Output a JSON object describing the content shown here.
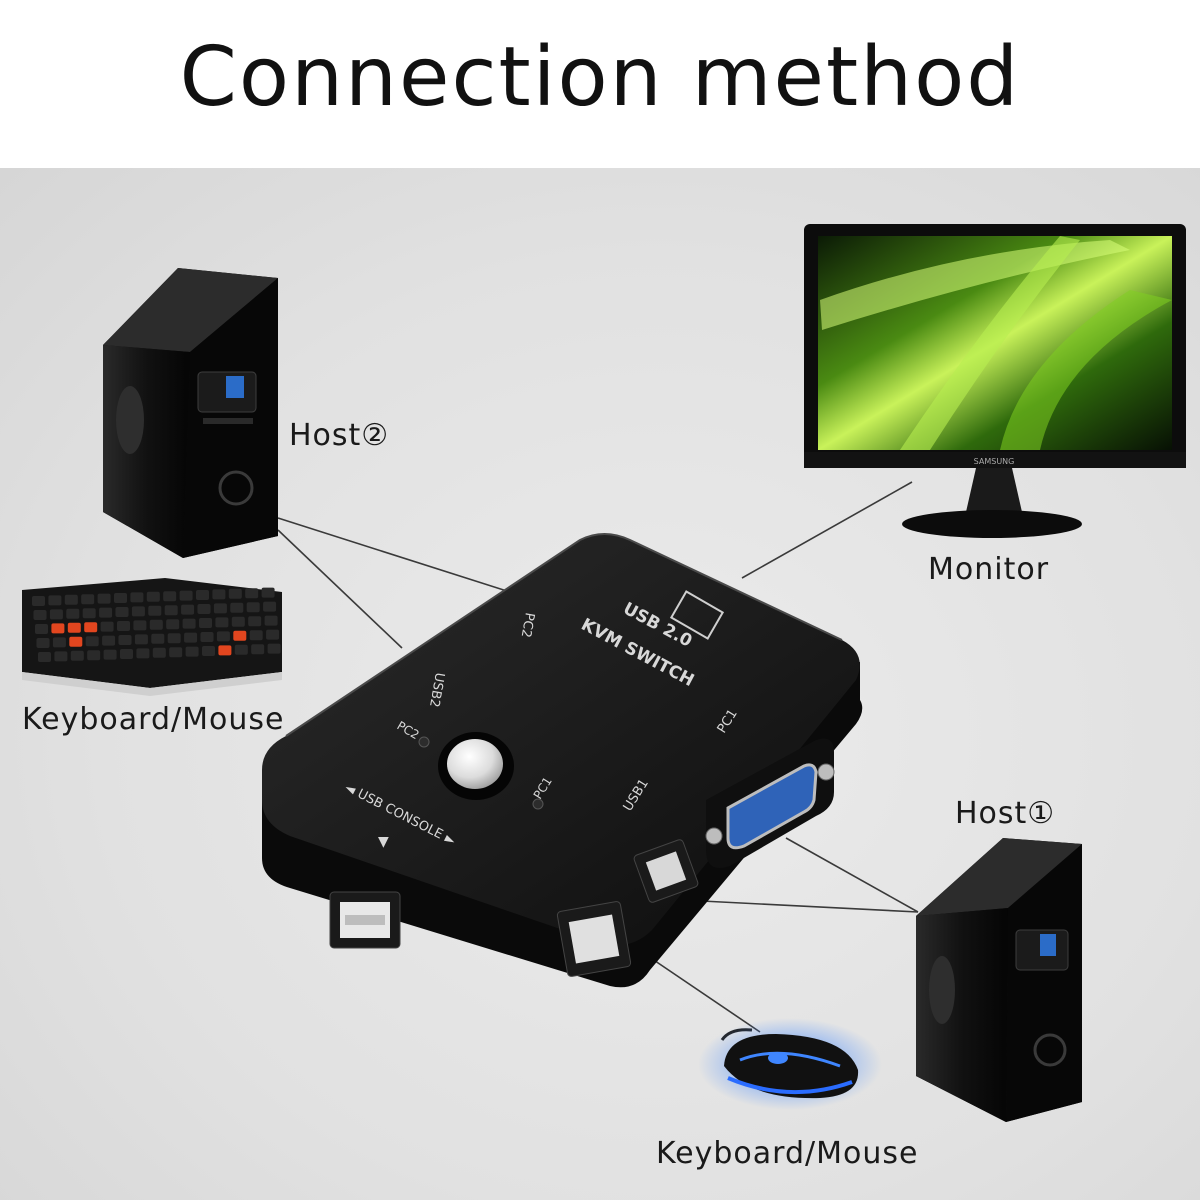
{
  "title": "Connection method",
  "labels": {
    "host2": "Host②",
    "host1": "Host①",
    "monitor": "Monitor",
    "keyboard_mouse_left": "Keyboard/Mouse",
    "keyboard_mouse_bottom": "Keyboard/Mouse"
  },
  "device": {
    "usb_line": "USB 2.0",
    "kvm_line": "KVM SWITCH",
    "pc1": "PC1",
    "pc2": "PC2",
    "usb1": "USB1",
    "usb2": "USB2",
    "console": "◄ USB CONSOLE ►",
    "console_arrow": "▼"
  },
  "monitor_brand": "SAMSUNG",
  "colors": {
    "background": "#e4e4e4",
    "device_body": "#141414",
    "screen_accent": "#8fd22a",
    "key_accent": "#e2461f",
    "mouse_glow": "#2a6cff",
    "connector_line": "#3a3a3a"
  }
}
